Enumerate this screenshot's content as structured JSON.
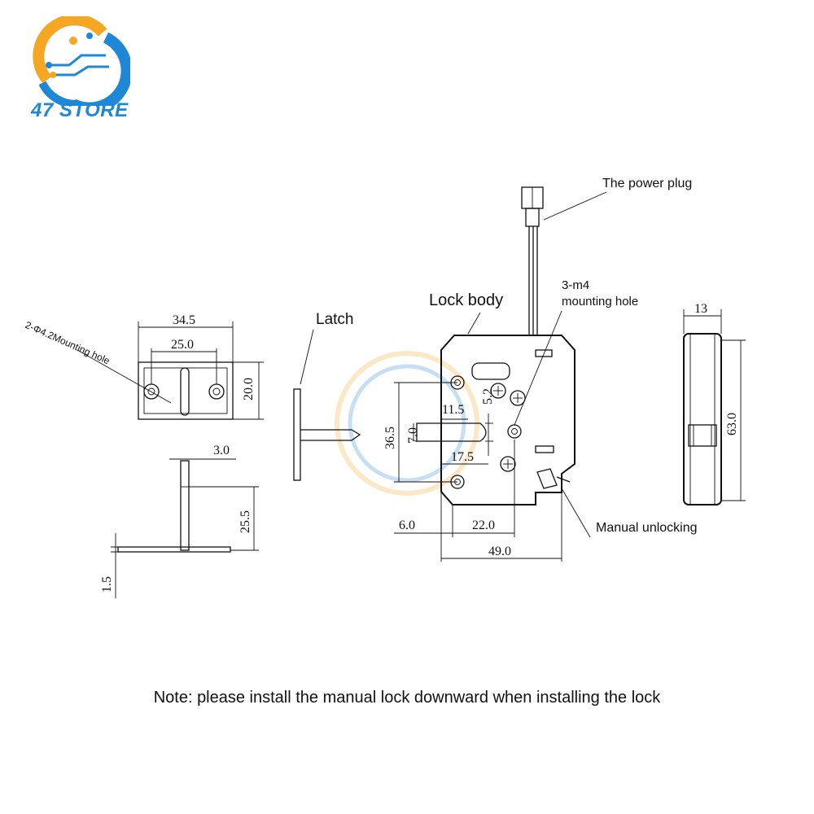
{
  "brand": {
    "name": "47 STORE"
  },
  "labels": {
    "power_plug": "The power plug",
    "lock_body": "Lock body",
    "mounting_hole_m4_line1": "3-m4",
    "mounting_hole_m4_line2": "mounting hole",
    "latch": "Latch",
    "mounting_hole_phi": "2-Φ4.2Mounting hole",
    "manual_unlocking": "Manual unlocking"
  },
  "dimensions": {
    "d_34_5": "34.5",
    "d_25_0": "25.0",
    "d_20_0": "20.0",
    "d_3_0": "3.0",
    "d_25_5": "25.5",
    "d_1_5": "1.5",
    "d_11_5": "11.5",
    "d_5_2": "5.2",
    "d_36_5": "36.5",
    "d_7_0": "7.0",
    "d_17_5": "17.5",
    "d_6_0": "6.0",
    "d_22_0": "22.0",
    "d_49_0": "49.0",
    "d_13": "13",
    "d_63_0": "63.0"
  },
  "note": "Note: please install the manual lock downward when installing the lock",
  "colors": {
    "logo_orange": "#f5a623",
    "logo_blue": "#1e88d6"
  }
}
